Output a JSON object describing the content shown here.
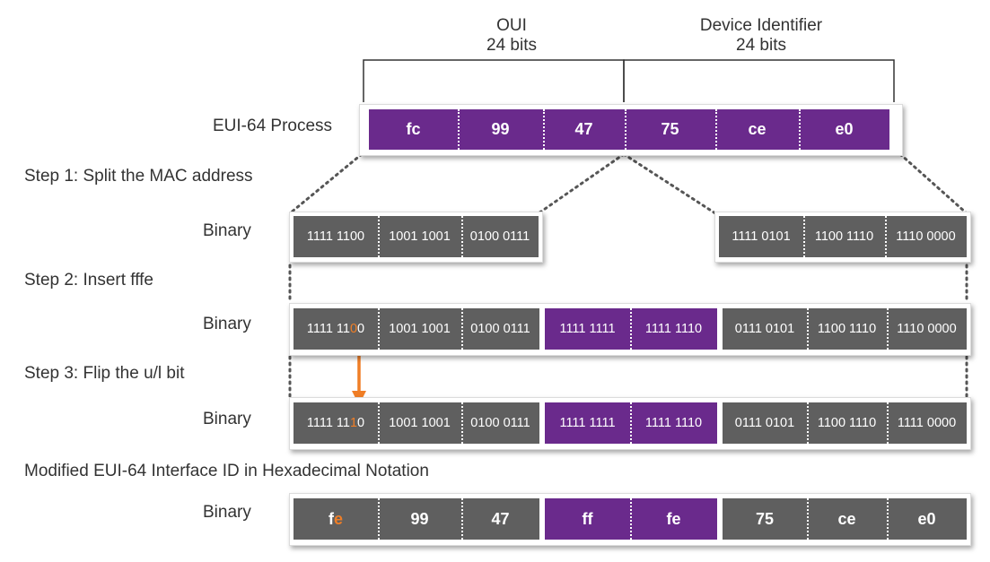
{
  "colors": {
    "purple": "#6a2a8c",
    "gray": "#5f5f5f",
    "orange": "#f07e26"
  },
  "header": {
    "oui": {
      "line1": "OUI",
      "line2": "24 bits"
    },
    "device": {
      "line1": "Device Identifier",
      "line2": "24 bits"
    }
  },
  "process_label": "EUI-64 Process",
  "mac_bytes": [
    "fc",
    "99",
    "47",
    "75",
    "ce",
    "e0"
  ],
  "steps": {
    "step1": "Step 1: Split the MAC address",
    "step2": "Step 2: Insert fffe",
    "step3": "Step 3: Flip the u/l bit",
    "final": "Modified EUI-64 Interface ID in Hexadecimal Notation"
  },
  "row_label": "Binary",
  "step1_row": {
    "left": [
      "1111 1100",
      "1001 1001",
      "0100 0111"
    ],
    "right": [
      "1111 0101",
      "1100 1110",
      "1110 0000"
    ]
  },
  "step2_row": {
    "b1_prefix": "1111 11",
    "b1_highlight": "0",
    "b1_suffix": "0",
    "b2": "1001 1001",
    "b3": "0100 0111",
    "fffe": [
      "1111 1111",
      "1111 1110"
    ],
    "right": [
      "0111 0101",
      "1100 1110",
      "1110 0000"
    ]
  },
  "step3_row": {
    "b1_prefix": "1111 11",
    "b1_highlight": "1",
    "b1_suffix": "0",
    "b2": "1001 1001",
    "b3": "0100 0111",
    "fffe": [
      "1111 1111",
      "1111 1110"
    ],
    "right": [
      "0111 0101",
      "1100 1110",
      "1111 0000"
    ]
  },
  "final_row": {
    "b1_prefix": "f",
    "b1_highlight": "e",
    "b2": "99",
    "b3": "47",
    "fffe": [
      "ff",
      "fe"
    ],
    "right": [
      "75",
      "ce",
      "e0"
    ]
  }
}
